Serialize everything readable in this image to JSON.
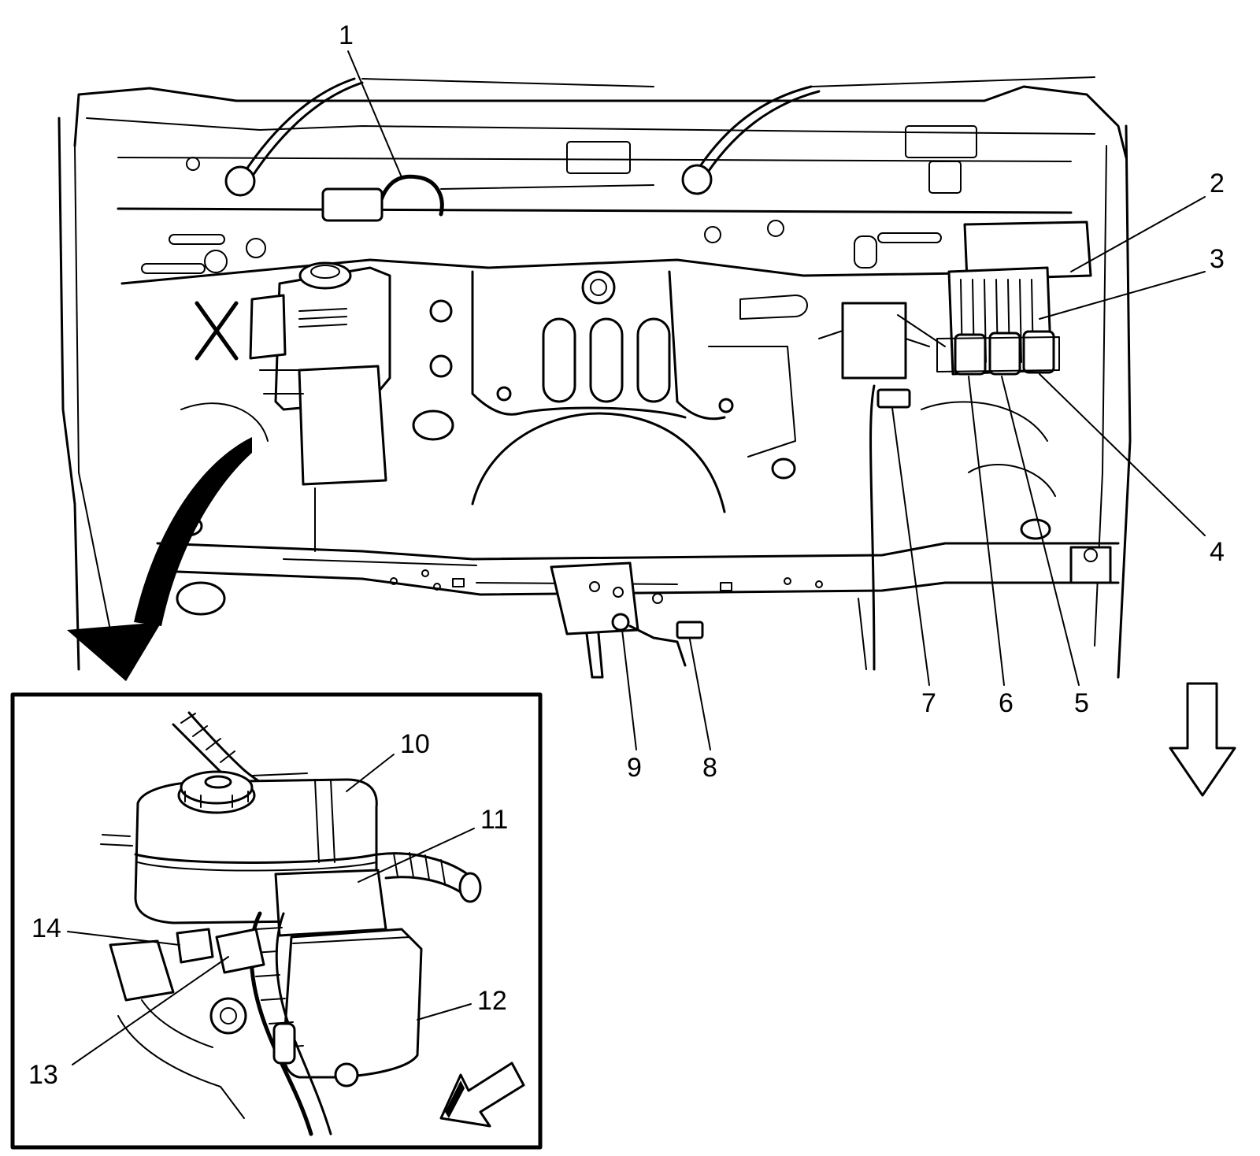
{
  "callouts": [
    {
      "id": "c1",
      "text": "1"
    },
    {
      "id": "c2",
      "text": "2"
    },
    {
      "id": "c3",
      "text": "3"
    },
    {
      "id": "c4",
      "text": "4"
    },
    {
      "id": "c5",
      "text": "5"
    },
    {
      "id": "c6",
      "text": "6"
    },
    {
      "id": "c7",
      "text": "7"
    },
    {
      "id": "c8",
      "text": "8"
    },
    {
      "id": "c9",
      "text": "9"
    },
    {
      "id": "c10",
      "text": "10"
    },
    {
      "id": "c11",
      "text": "11"
    },
    {
      "id": "c12",
      "text": "12"
    },
    {
      "id": "c13",
      "text": "13"
    },
    {
      "id": "c14",
      "text": "14"
    }
  ],
  "colors": {
    "line": "#000000",
    "background": "#ffffff"
  },
  "icons": {
    "view_arrow": "down-arrow-icon",
    "detail_arrow": "curved-arrow-icon",
    "inset_direction": "diagonal-arrow-icon"
  }
}
